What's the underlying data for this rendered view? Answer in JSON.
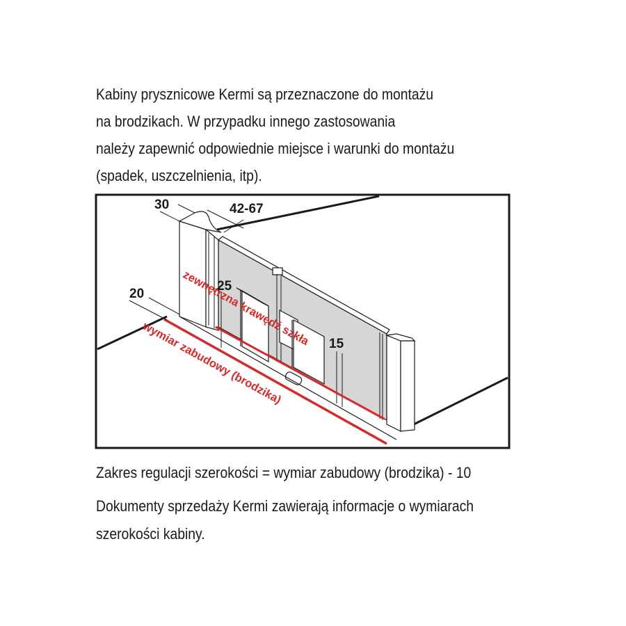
{
  "intro_lines": [
    "Kabiny prysznicowe Kermi są przeznaczone do montażu",
    "na brodzikach. W przypadku innego zastosowania",
    "należy zapewnić odpowiednie miejsce i warunki do montażu",
    "(spadek, uszczelnienia, itp)."
  ],
  "diagram": {
    "dimension_30": "30",
    "dimension_42_67": "42-67",
    "dimension_20": "20",
    "dimension_25": "25",
    "dimension_15": "15",
    "label_glass_edge": "zewnętrzna krawędź szkła",
    "label_installation": "wymiar zabudowy (brodzika)",
    "colors": {
      "red_line": "#d42a2a",
      "glass_fill": "#d6d6d6",
      "frame": "#1a1a1a"
    }
  },
  "formula": "Zakres regulacji szerokości = wymiar zabudowy (brodzika) - 10",
  "note_lines": [
    "Dokumenty sprzedaży Kermi zawierają informacje o wymiarach",
    "szerokości kabiny."
  ]
}
